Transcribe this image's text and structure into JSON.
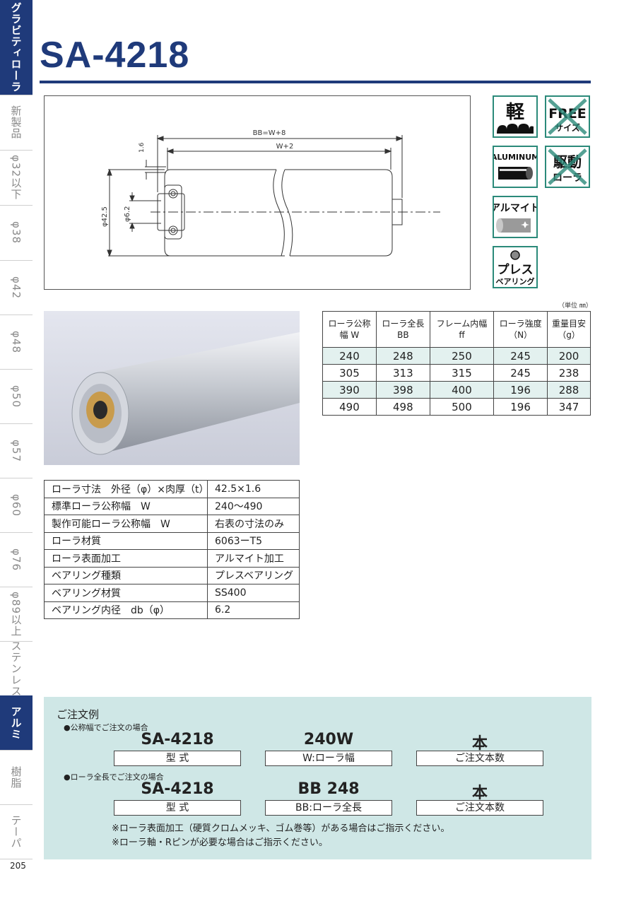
{
  "side_tabs": [
    {
      "label": "グラビティローラ",
      "active": true
    },
    {
      "label": "新製品",
      "active": false
    },
    {
      "label": "φ32以下",
      "active": false
    },
    {
      "label": "φ38",
      "active": false
    },
    {
      "label": "φ42",
      "active": false
    },
    {
      "label": "φ48",
      "active": false
    },
    {
      "label": "φ50",
      "active": false
    },
    {
      "label": "φ57",
      "active": false
    },
    {
      "label": "φ60",
      "active": false
    },
    {
      "label": "φ76",
      "active": false
    },
    {
      "label": "φ89以上",
      "active": false
    },
    {
      "label": "ステンレス",
      "active": false
    },
    {
      "label": "アルミ",
      "active": true
    },
    {
      "label": "樹脂",
      "active": false
    },
    {
      "label": "テーパ",
      "active": false
    }
  ],
  "page_number": "205",
  "title": "SA-4218",
  "drawing": {
    "dim_bb": "BB=W+8",
    "dim_w": "W+2",
    "dim_16": "1.6",
    "dim_425": "φ42.5",
    "dim_62": "φ6.2"
  },
  "feature_icons": {
    "light": "軽",
    "free": "FREE",
    "free_sub": "サイズ",
    "aluminum": "ALUMINUM",
    "drive": "駆動",
    "drive_sub": "ローラ",
    "alumite": "アルマイト",
    "press": "プレス",
    "press_sub": "ベアリング"
  },
  "unit_note": "（単位 ㎜）",
  "spec_table": {
    "headers": [
      [
        "ローラ公称",
        "幅 W"
      ],
      [
        "ローラ全長",
        "BB"
      ],
      [
        "フレーム内幅",
        "ff"
      ],
      [
        "ローラ強度",
        "（N）"
      ],
      [
        "重量目安",
        "（g）"
      ]
    ],
    "rows": [
      [
        "240",
        "248",
        "250",
        "245",
        "200"
      ],
      [
        "305",
        "313",
        "315",
        "245",
        "238"
      ],
      [
        "390",
        "398",
        "400",
        "196",
        "288"
      ],
      [
        "490",
        "498",
        "500",
        "196",
        "347"
      ]
    ]
  },
  "properties": [
    [
      "ローラ寸法　外径（φ）×肉厚（t）",
      "42.5×1.6"
    ],
    [
      "標準ローラ公称幅　W",
      "240～490"
    ],
    [
      "製作可能ローラ公称幅　W",
      "右表の寸法のみ"
    ],
    [
      "ローラ材質",
      "6063ーT5"
    ],
    [
      "ローラ表面加工",
      "アルマイト加工"
    ],
    [
      "ベアリング種類",
      "プレスベアリング"
    ],
    [
      "ベアリング材質",
      "SS400"
    ],
    [
      "ベアリング内径　db（φ）",
      "6.2"
    ]
  ],
  "order": {
    "heading": "ご注文例",
    "case1_label": "●公称幅でご注文の場合",
    "case1": [
      "SA-4218",
      "240W",
      "本"
    ],
    "case1_boxes": [
      "型 式",
      "W:ローラ幅",
      "ご注文本数"
    ],
    "case2_label": "●ローラ全長でご注文の場合",
    "case2": [
      "SA-4218",
      "BB 248",
      "本"
    ],
    "case2_boxes": [
      "型 式",
      "BB:ローラ全長",
      "ご注文本数"
    ],
    "note1": "※ローラ表面加工（硬質クロムメッキ、ゴム巻等）がある場合はご指示ください。",
    "note2": "※ローラ軸・Rピンが必要な場合はご指示ください。"
  },
  "colors": {
    "brand": "#1f3a7a",
    "teal": "#2b8a7a",
    "panel": "#cfe7e6",
    "row_alt": "#e3f1ef"
  }
}
